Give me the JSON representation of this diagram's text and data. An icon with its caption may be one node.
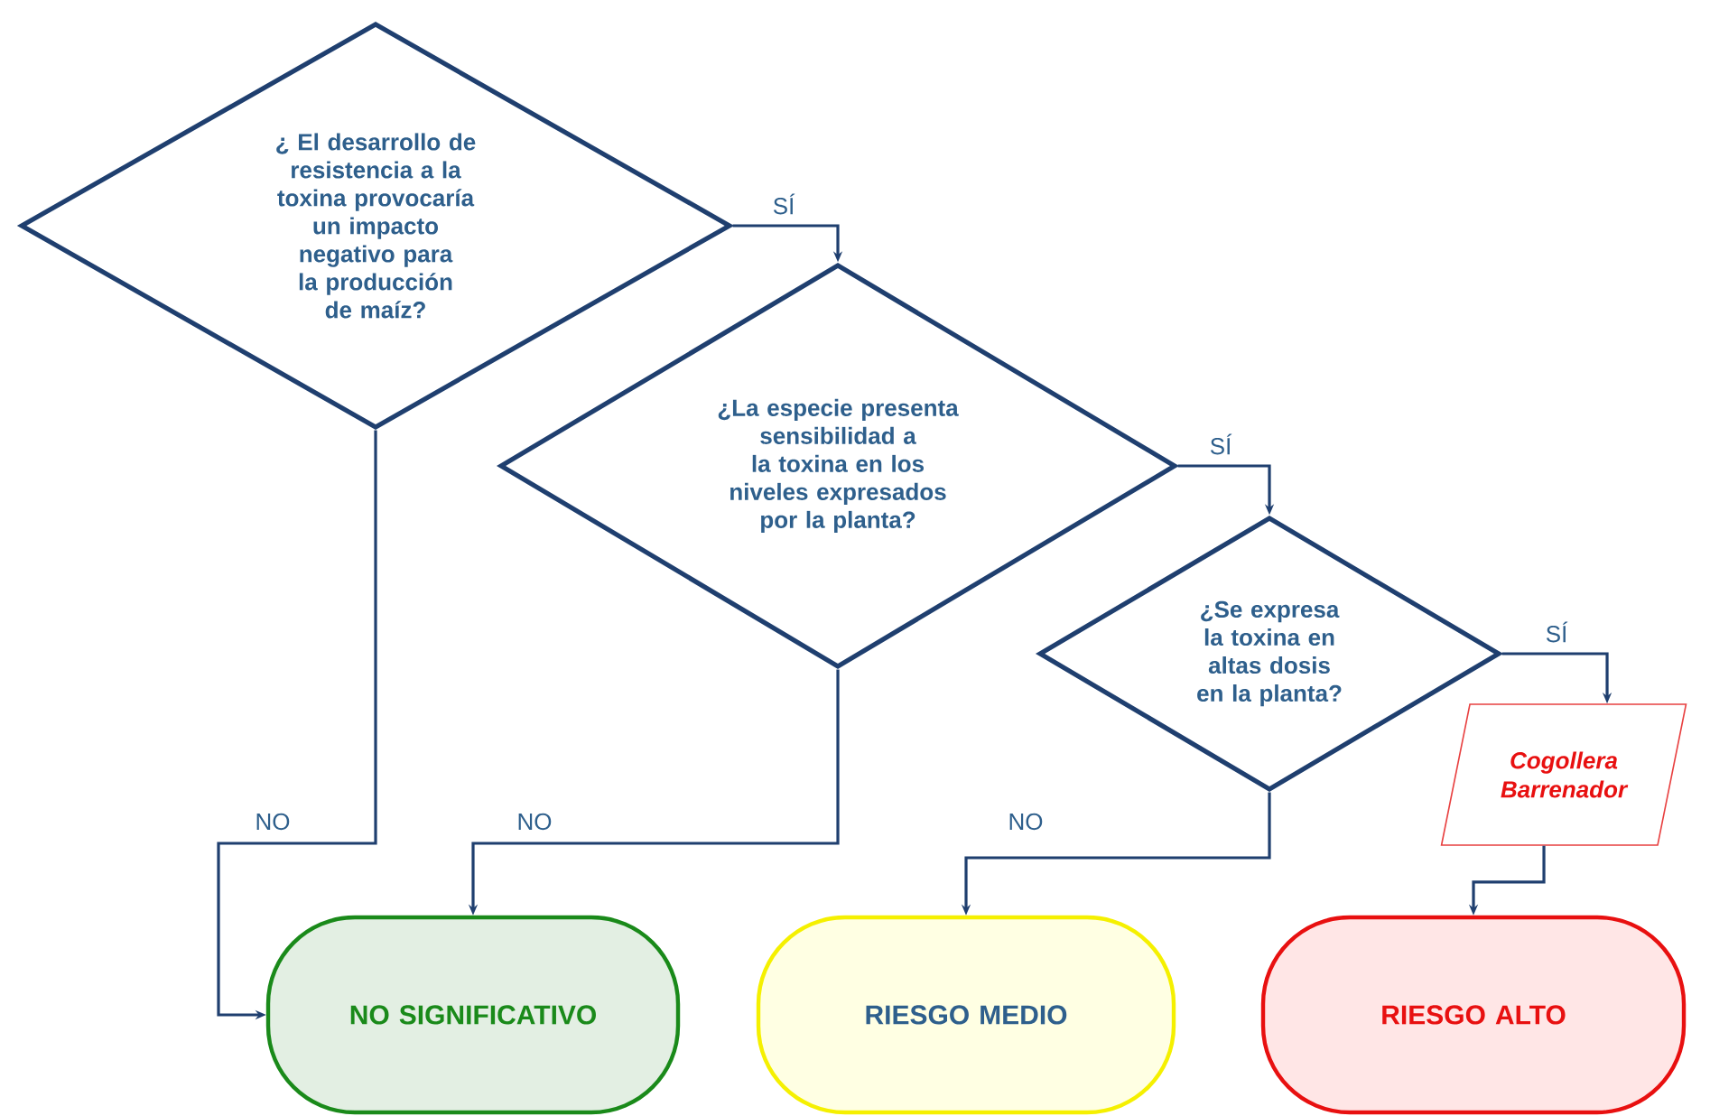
{
  "diagram": {
    "nodes": [
      {
        "text": [
          "¿ El desarrollo de resistencia a la toxina provocaría un impacto negativo para la producción de maíz?"
        ]
      },
      {
        "text": [
          "¿La especie presenta sensibilidad a la toxina en los niveles expresados por la planta?"
        ]
      },
      {
        "text": [
          "¿Se expresa la toxina en altas dosis en la planta?"
        ]
      },
      {
        "text": [
          "Cogollera Barrenador"
        ]
      },
      {
        "text": [
          "NO SIGNIFICATIVO"
        ]
      },
      {
        "text": [
          "RIESGO MEDIO"
        ]
      },
      {
        "text": [
          "RIESGO ALTO"
        ]
      }
    ],
    "edges": [
      {
        "from": 0,
        "to": 1,
        "arrow": "to",
        "label": "SÍ"
      },
      {
        "from": 1,
        "to": 2,
        "arrow": "to",
        "label": "SÍ"
      },
      {
        "from": 2,
        "to": 3,
        "arrow": "to",
        "label": "SÍ"
      },
      {
        "from": 3,
        "to": 6,
        "arrow": "to"
      },
      {
        "from": 0,
        "to": 4,
        "arrow": "to",
        "label": "NO"
      },
      {
        "from": 1,
        "to": 4,
        "arrow": "to",
        "label": "NO"
      },
      {
        "from": 2,
        "to": 5,
        "arrow": "to",
        "label": "NO"
      }
    ]
  }
}
